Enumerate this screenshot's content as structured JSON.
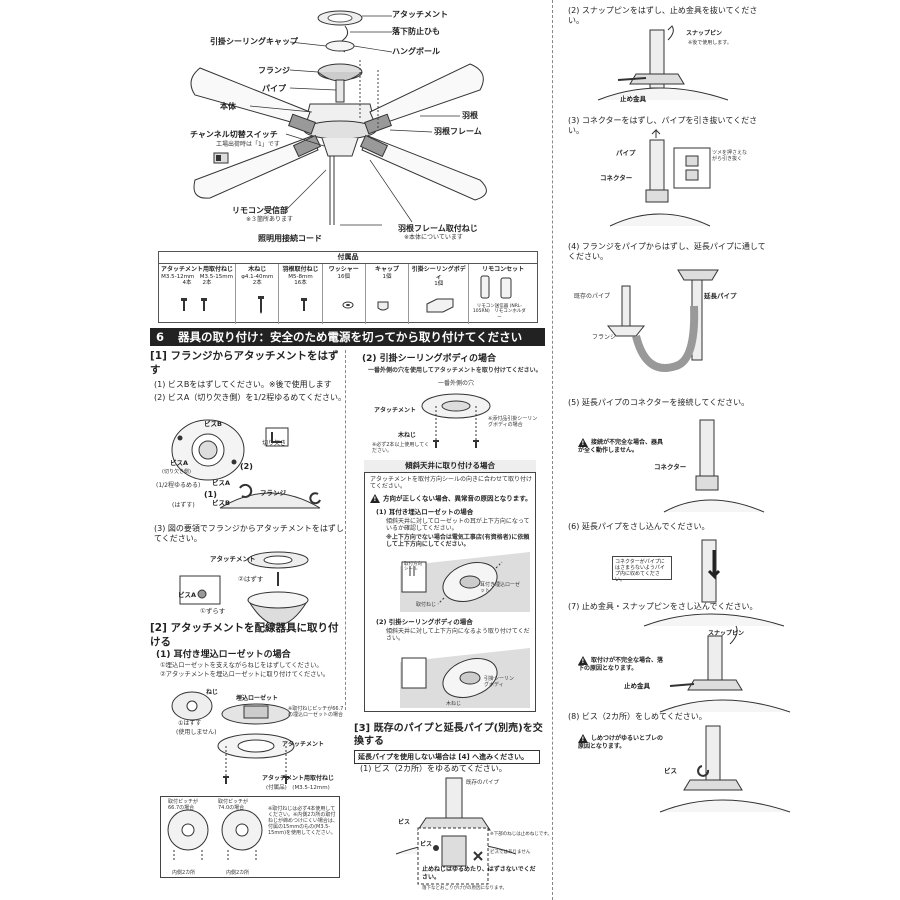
{
  "fan_diagram": {
    "labels": {
      "attachment": "アタッチメント",
      "drop_string": "落下防止ひも",
      "ceiling_cap": "引掛シーリングキャップ",
      "hang_ball": "ハングボール",
      "flange": "フランジ",
      "pipe": "パイプ",
      "body": "本体",
      "blade": "羽根",
      "blade_frame": "羽根フレーム",
      "channel_switch": "チャンネル切替スイッチ",
      "channel_note": "工場出荷時は「1」です",
      "remote_receiver": "リモコン受信部",
      "receiver_note": "※３箇所あります",
      "lighting_cord": "照明用接続コード",
      "blade_screw": "羽根フレーム取付ねじ",
      "blade_screw_note": "※本体についています"
    }
  },
  "accessories": {
    "title": "付属品",
    "items": [
      {
        "name": "アタッチメント用取付ねじ",
        "spec": "M3.5-12mm　M3.5-15mm",
        "qty": "4本　　2本"
      },
      {
        "name": "木ねじ",
        "spec": "φ4.1-40mm",
        "qty": "2本"
      },
      {
        "name": "羽根取付ねじ",
        "spec": "M5-8mm",
        "qty": "16本"
      },
      {
        "name": "ワッシャー",
        "spec": "",
        "qty": "16個"
      },
      {
        "name": "キャップ",
        "spec": "",
        "qty": "1個"
      },
      {
        "name": "引掛シーリングボディ",
        "spec": "",
        "qty": "1個"
      },
      {
        "name": "リモコンセット",
        "spec": "リモコン送信器 (NRL-105RN)　リモコンホルダー",
        "qty": ""
      }
    ]
  },
  "section6": {
    "number": "6",
    "title": "器具の取り付け：安全のため電源を切ってから取り付けてください"
  },
  "left_col": {
    "h1": "[1]  フランジからアタッチメントをはずす",
    "steps": [
      "(1)  ビスBをはずしてください。※後で使用します",
      "(2)  ビスA（切り欠き側）を1/2程ゆるめてください。"
    ],
    "fig1": {
      "screw_b": "ビスB",
      "screw_a": "ビスA",
      "screw_a_note": "(切り欠き側)",
      "notch": "切り欠き",
      "loosen": "(1/2程ゆるめる)",
      "remove": "(はずす)",
      "flange": "フランジ",
      "screw_a2": "ビスA",
      "screw_b2": "ビスB",
      "n1": "(1)",
      "n2": "(2)"
    },
    "step3": "(3)  図の要領でフランジからアタッチメントをはずしてください。",
    "fig2": {
      "attachment": "アタッチメント",
      "remove_2": "②はずす",
      "screw_a": "ビスA",
      "slide_1": "①ずらす"
    },
    "h2": "[2]  アタッチメントを配線器具に取り付ける",
    "sub1": "(1)  耳付き埋込ローゼットの場合",
    "sub1_notes": [
      "①埋込ローゼットを支えながらねじをはずしてください。",
      "②アタッチメントを埋込ローゼットに取り付けてください。"
    ],
    "fig3": {
      "screw": "ねじ",
      "remove_note": "①はずす",
      "unused": "(使用しません)",
      "rosette": "埋込ローゼット",
      "pitch_note": "※取付ねじピッチが66.7の埋込ローゼットの場合",
      "attachment": "アタッチメント",
      "screw_label": "アタッチメント用取付ねじ",
      "screw_spec": "(付属品)　(M3.5-12mm)"
    },
    "fig4": {
      "pitch_a": "取付ピッチが66.7の場合",
      "pitch_b": "取付ピッチが74.0の場合",
      "note": "※取付ねじは必ず4本使用してください。※内側2カ所の取付ねじが締めつけにくい場合は、付属の15mmのもの(M3.5-15mm)を使用してください。",
      "inner_a": "内側2カ所",
      "inner_b": "内側2カ所"
    }
  },
  "mid_col": {
    "h1": "(2)  引掛シーリングボディの場合",
    "note": "一番外側の穴を使用してアタッチメントを取り付けてください。",
    "fig": {
      "outer_hole": "一番外側の穴",
      "attachment": "アタッチメント",
      "body_note": "※添付品引掛シーリングボディの場合",
      "wood_screw": "木ねじ",
      "wood_screw_note": "※必ず2本以上使用してください。"
    },
    "slope": {
      "title": "傾斜天井に取り付ける場合",
      "intro": "アタッチメントを取付方向シールの向きに合わせて取り付けてください。",
      "warn": "方向が正しくない場合、異常音の原因となります。",
      "case1": "(1)  耳付き埋込ローゼットの場合",
      "case1_text": "傾斜天井に対してローゼットの耳が上下方向になっているか確認してください。",
      "case1_note": "※上下方向でない場合は電気工事店(有資格者)に依頼して上下方向にしてください。",
      "label_dir": "取付方向シール",
      "label_rosette": "耳付き埋込ローゼット",
      "label_screw": "取付ねじ",
      "case2": "(2)  引掛シーリングボディの場合",
      "case2_text": "傾斜天井に対して上下方向になるよう取り付けてください。",
      "label_body": "引掛シーリングボディ",
      "label_wood": "木ねじ"
    },
    "h3": "[3]  既存のパイプと延長パイプ(別売)を交換する",
    "ext_note": "延長パイプを使用しない場合は [4] へ進みください。",
    "step1": "(1)  ビス（2カ所）をゆるめてください。",
    "fig5": {
      "existing_pipe": "既存のパイプ",
      "screw": "ビス",
      "screw2": "ビス",
      "x_note": "※下部のねじは止めねじです。",
      "x_note2": "ビスではありません",
      "warn": "止めねじはゆるめたり、はずさないでください。",
      "warn2": "落下などおこりがけがの原因になります。"
    }
  },
  "right_col": {
    "s2": "(2)  スナップピンをはずし、止め金具を抜いてください。",
    "snap_pin": "スナップピン",
    "snap_note": "※後で使用します。",
    "stopper": "止め金具",
    "s3": "(3)  コネクターをはずし、パイプを引き抜いてください。",
    "pipe": "パイプ",
    "connector": "コネクター",
    "tab_note": "ツメを押さえながら引き抜く",
    "s4": "(4)  フランジをパイプからはずし、延長パイプに通してください。",
    "existing_pipe": "既存のパイプ",
    "ext_pipe": "延長パイプ",
    "flange": "フランジ",
    "s5": "(5)  延長パイプのコネクターを接続してください。",
    "warn5": "接続が不完全な場合、器具が全く動作しません。",
    "connector5": "コネクター",
    "s6": "(6)  延長パイプをさし込んでください。",
    "note6": "コネクターがパイプにはさまらないようパイプ内に収めてください。",
    "s7": "(7)  止め金具・スナップピンをさし込んでください。",
    "snap7": "スナップピン",
    "warn7": "取付けが不完全な場合、落下の原因となります。",
    "stopper7": "止め金具",
    "s8": "(8)  ビス（2カ所）をしめてください。",
    "warn8": "しめつけがゆるいとブレの原因となります。",
    "screw8": "ビス"
  }
}
